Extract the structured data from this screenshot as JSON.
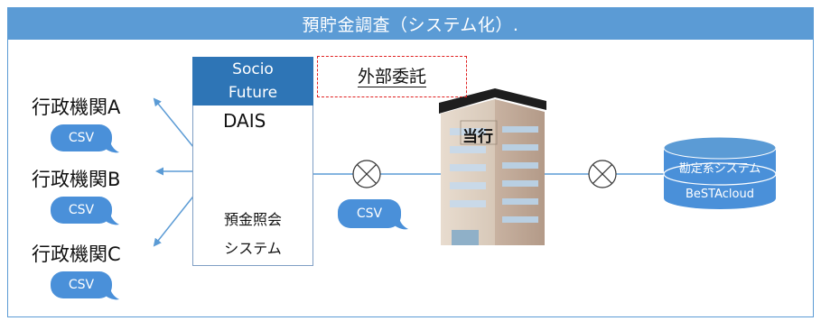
{
  "header": {
    "title": "預貯金調査（システム化）."
  },
  "agencies": [
    {
      "label": "行政機関A",
      "badge": "CSV"
    },
    {
      "label": "行政機関B",
      "badge": "CSV"
    },
    {
      "label": "行政機関C",
      "badge": "CSV"
    }
  ],
  "dais": {
    "vendor_line1": "Socio",
    "vendor_line2": "Future",
    "product": "DAIS",
    "system_line1": "預金照会",
    "system_line2": "システム"
  },
  "outsource": {
    "label": "外部委託"
  },
  "transfer": {
    "badge": "CSV"
  },
  "bank": {
    "label": "当行"
  },
  "core_system": {
    "line1": "勘定系システム",
    "line2": "BeSTAcloud"
  },
  "colors": {
    "header_bg": "#5b9bd5",
    "arrow": "#5b9bd5",
    "csv_bubble": "#4a90d9",
    "db_dark": "#2e75b6",
    "db_light": "#4a8fd0",
    "outsource_border": "#e02020"
  },
  "icons": [
    "database-icon",
    "building-icon",
    "crossed-circle-icon"
  ]
}
